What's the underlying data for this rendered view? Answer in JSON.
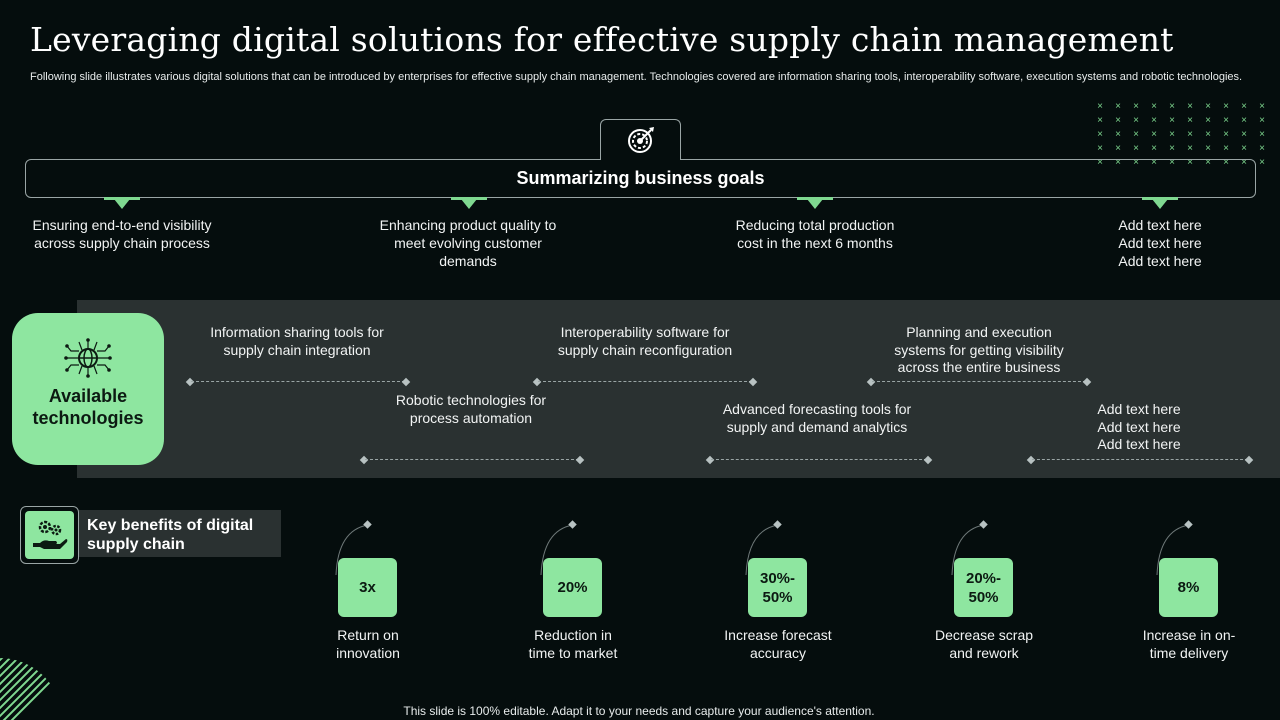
{
  "title": "Leveraging digital solutions for effective supply chain management",
  "subtitle": "Following slide illustrates various digital solutions that can be introduced by enterprises for effective supply chain management. Technologies covered are information sharing tools, interoperability software, execution systems and robotic technologies.",
  "goals": {
    "header": "Summarizing business goals",
    "icon": "target-icon",
    "items": [
      "Ensuring end-to-end visibility across supply chain process",
      "Enhancing product quality to meet evolving customer demands",
      "Reducing total production cost in the next 6 months",
      "Add text here Add text here Add text here"
    ]
  },
  "technologies": {
    "label": "Available technologies",
    "icon": "globe-circuit-icon",
    "top_row": [
      "Information sharing tools for supply chain integration",
      "Interoperability software for supply chain reconfiguration",
      "Planning and execution systems for getting visibility across the entire business"
    ],
    "bottom_row": [
      "Robotic technologies for process automation",
      "Advanced forecasting tools for supply and demand analytics",
      "Add text here Add text here Add text here"
    ]
  },
  "benefits": {
    "label": "Key benefits of digital supply chain",
    "icon": "hand-gears-icon",
    "items": [
      {
        "value": "3x",
        "caption": "Return on innovation"
      },
      {
        "value": "20%",
        "caption": "Reduction in time to market"
      },
      {
        "value": "30%- 50%",
        "caption": "Increase forecast accuracy"
      },
      {
        "value": "20%- 50%",
        "caption": "Decrease scrap and rework"
      },
      {
        "value": "8%",
        "caption": "Increase in on-time delivery"
      }
    ]
  },
  "footer": "This slide is 100% editable. Adapt it to your needs and capture your audience's attention.",
  "colors": {
    "background": "#050d0d",
    "accent": "#8ee6a0",
    "band": "#2a3131"
  }
}
